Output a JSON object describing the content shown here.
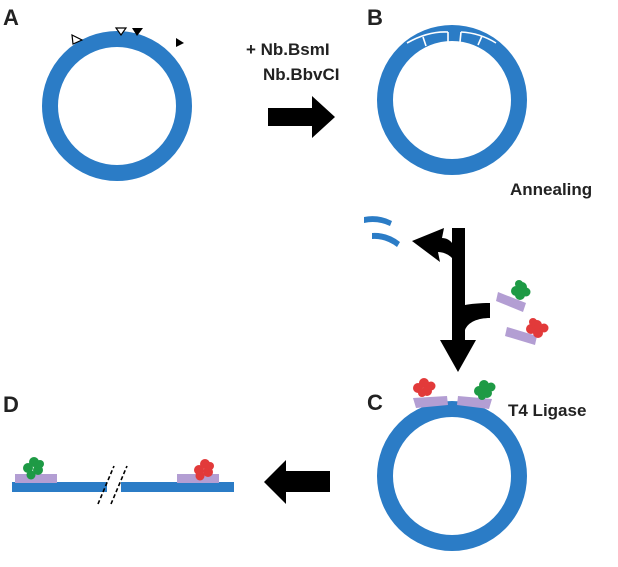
{
  "panels": {
    "a": "A",
    "b": "B",
    "c": "C",
    "d": "D"
  },
  "steps": {
    "enzymes_line1": "+ Nb.BsmI",
    "enzymes_line2": "Nb.BbvCI",
    "annealing": "Annealing",
    "ligase": "T4 Ligase"
  },
  "colors": {
    "dna": "#2b7cc6",
    "oligo": "#b39ed3",
    "label_green": "#1e9a45",
    "label_red": "#e23a3a",
    "arrow": "#000000"
  }
}
